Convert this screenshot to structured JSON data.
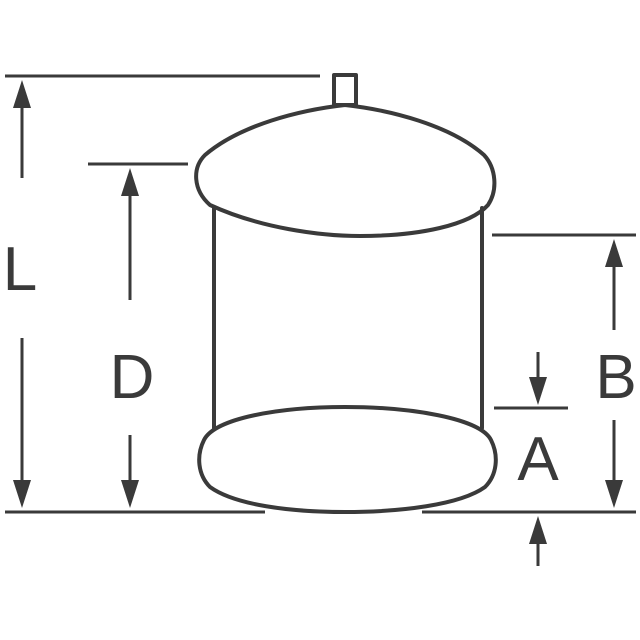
{
  "diagram": {
    "labels": {
      "L": "L",
      "D": "D",
      "B": "B",
      "A": "A"
    },
    "colors": {
      "ink": "#3a3a3a",
      "background": "#ffffff"
    }
  }
}
